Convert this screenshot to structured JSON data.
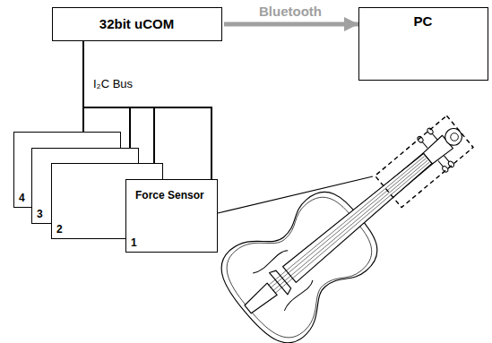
{
  "diagram": {
    "nodes": [
      {
        "text": [
          "32bit uCOM"
        ]
      },
      {
        "text": [
          "PC"
        ]
      },
      {
        "text": [
          "4"
        ]
      },
      {
        "text": [
          "3"
        ]
      },
      {
        "text": [
          "2"
        ]
      },
      {
        "text": [
          "Force Sensor",
          "1"
        ]
      }
    ],
    "edges": [
      {
        "from": 0,
        "to": 1,
        "arrow": "to",
        "label": "Bluetooth"
      },
      {
        "from": 0,
        "to": 2,
        "arrow": "none"
      },
      {
        "from": 0,
        "to": 3,
        "arrow": "none"
      },
      {
        "from": 0,
        "to": 4,
        "arrow": "none"
      },
      {
        "from": 0,
        "to": 5,
        "arrow": "none"
      }
    ],
    "labels": [
      "I₂C Bus"
    ]
  }
}
